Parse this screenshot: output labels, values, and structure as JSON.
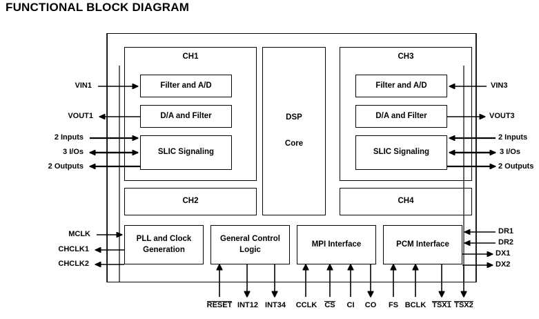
{
  "page": {
    "title": "FUNCTIONAL BLOCK DIAGRAM"
  },
  "chip": {
    "channels": [
      {
        "name": "CH1",
        "blocks": [
          "Filter and A/D",
          "D/A and Filter",
          "SLIC Signaling"
        ]
      },
      {
        "name": "CH3",
        "blocks": [
          "Filter and A/D",
          "D/A and Filter",
          "SLIC Signaling"
        ]
      }
    ],
    "lower_channels": [
      "CH2",
      "CH4"
    ],
    "core": {
      "line1": "DSP",
      "line2": "Core"
    },
    "bottom_blocks": [
      {
        "line1": "PLL and Clock",
        "line2": "Generation"
      },
      {
        "line1": "General Control",
        "line2": "Logic"
      },
      {
        "line1": "MPI Interface",
        "line2": ""
      },
      {
        "line1": "PCM Interface",
        "line2": ""
      }
    ]
  },
  "pins": {
    "left": [
      {
        "label": "VIN1",
        "direction": "in"
      },
      {
        "label": "VOUT1",
        "direction": "out"
      },
      {
        "label": "2 Inputs",
        "direction": "in"
      },
      {
        "label": "3 I/Os",
        "direction": "bidir"
      },
      {
        "label": "2 Outputs",
        "direction": "out"
      },
      {
        "label": "MCLK",
        "direction": "in"
      },
      {
        "label": "CHCLK1",
        "direction": "out"
      },
      {
        "label": "CHCLK2",
        "direction": "out"
      }
    ],
    "right": [
      {
        "label": "VIN3",
        "direction": "in"
      },
      {
        "label": "VOUT3",
        "direction": "out"
      },
      {
        "label": "2 Inputs",
        "direction": "in"
      },
      {
        "label": "3 I/Os",
        "direction": "bidir"
      },
      {
        "label": "2 Outputs",
        "direction": "out"
      },
      {
        "label": "DR1",
        "direction": "in"
      },
      {
        "label": "DR2",
        "direction": "in"
      },
      {
        "label": "DX1",
        "direction": "out"
      },
      {
        "label": "DX2",
        "direction": "out"
      }
    ],
    "bottom": [
      {
        "label": "RESET",
        "overline": true,
        "direction": "in"
      },
      {
        "label": "INT12",
        "overline": false,
        "direction": "out"
      },
      {
        "label": "INT34",
        "overline": false,
        "direction": "out"
      },
      {
        "label": "CCLK",
        "overline": false,
        "direction": "in"
      },
      {
        "label": "CS",
        "overline": true,
        "direction": "in"
      },
      {
        "label": "CI",
        "overline": false,
        "direction": "in"
      },
      {
        "label": "CO",
        "overline": false,
        "direction": "out"
      },
      {
        "label": "FS",
        "overline": false,
        "direction": "in"
      },
      {
        "label": "BCLK",
        "overline": false,
        "direction": "in"
      },
      {
        "label": "TSX1",
        "overline": true,
        "direction": "out"
      },
      {
        "label": "TSX2",
        "overline": true,
        "direction": "out"
      }
    ]
  },
  "colors": {
    "stroke": "#000000",
    "background": "#ffffff"
  }
}
